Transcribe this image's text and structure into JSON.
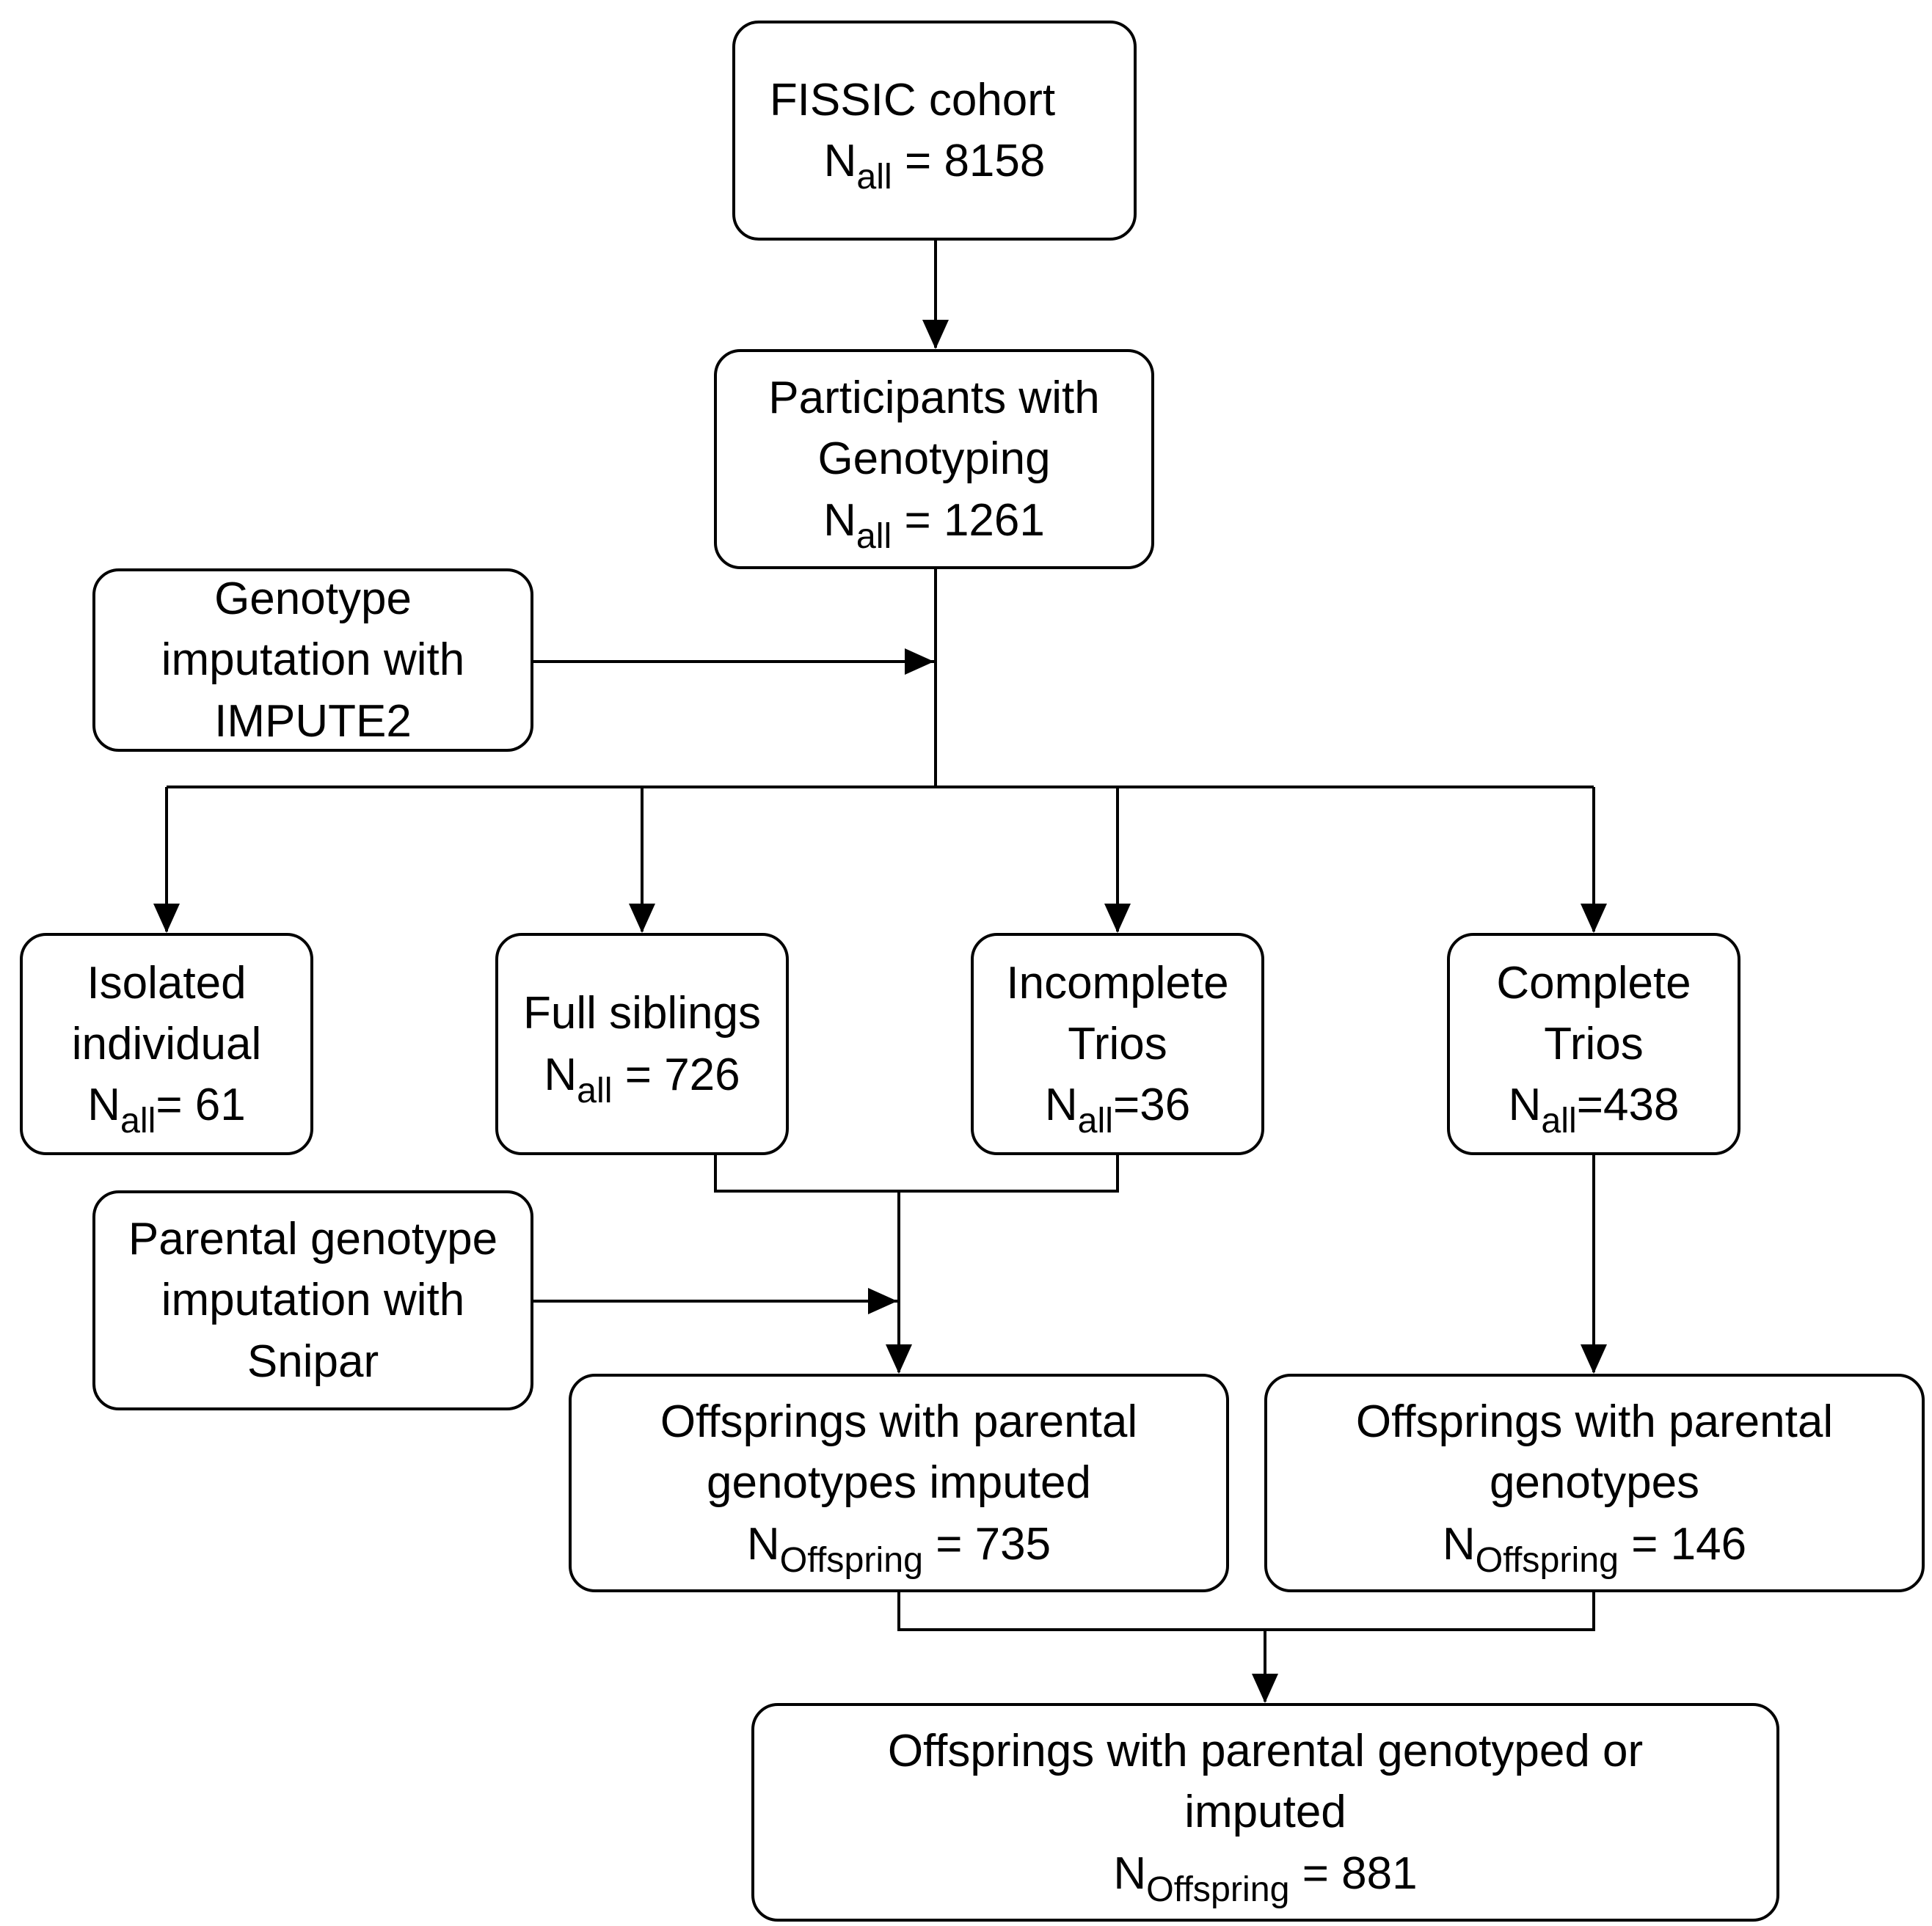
{
  "nodes": {
    "fissic": {
      "lines": [
        "FISSIC cohort"
      ],
      "count": {
        "sym": "N",
        "sub": "all",
        "eq": " = 8158"
      }
    },
    "participants": {
      "lines": [
        "Participants with",
        "Genotyping"
      ],
      "count": {
        "sym": "N",
        "sub": "all",
        "eq": " = 1261"
      }
    },
    "impute2": {
      "lines": [
        "Genotype",
        "imputation with",
        "IMPUTE2"
      ]
    },
    "isolated": {
      "lines": [
        "Isolated",
        "individual"
      ],
      "count": {
        "sym": "N",
        "sub": "all",
        "eq": "= 61"
      }
    },
    "siblings": {
      "lines": [
        "Full siblings"
      ],
      "count": {
        "sym": "N",
        "sub": "all",
        "eq": " = 726"
      }
    },
    "incomplete": {
      "lines": [
        "Incomplete",
        "Trios"
      ],
      "count": {
        "sym": "N",
        "sub": "all",
        "eq": "=36"
      }
    },
    "complete": {
      "lines": [
        "Complete",
        "Trios"
      ],
      "count": {
        "sym": "N",
        "sub": "all",
        "eq": "=438"
      }
    },
    "snipar": {
      "lines": [
        "Parental genotype",
        "imputation with",
        "Snipar"
      ]
    },
    "imputed": {
      "lines": [
        "Offsprings with parental",
        "genotypes imputed"
      ],
      "count": {
        "sym": "N",
        "sub": "Offspring",
        "eq": " = 735"
      }
    },
    "genotyped": {
      "lines": [
        "Offsprings with parental",
        "genotypes"
      ],
      "count": {
        "sym": "N",
        "sub": "Offspring",
        "eq": " = 146"
      }
    },
    "final": {
      "lines": [
        "Offsprings with parental genotyped or",
        "imputed"
      ],
      "count": {
        "sym": "N",
        "sub": "Offspring",
        "eq": " = 881"
      }
    }
  }
}
